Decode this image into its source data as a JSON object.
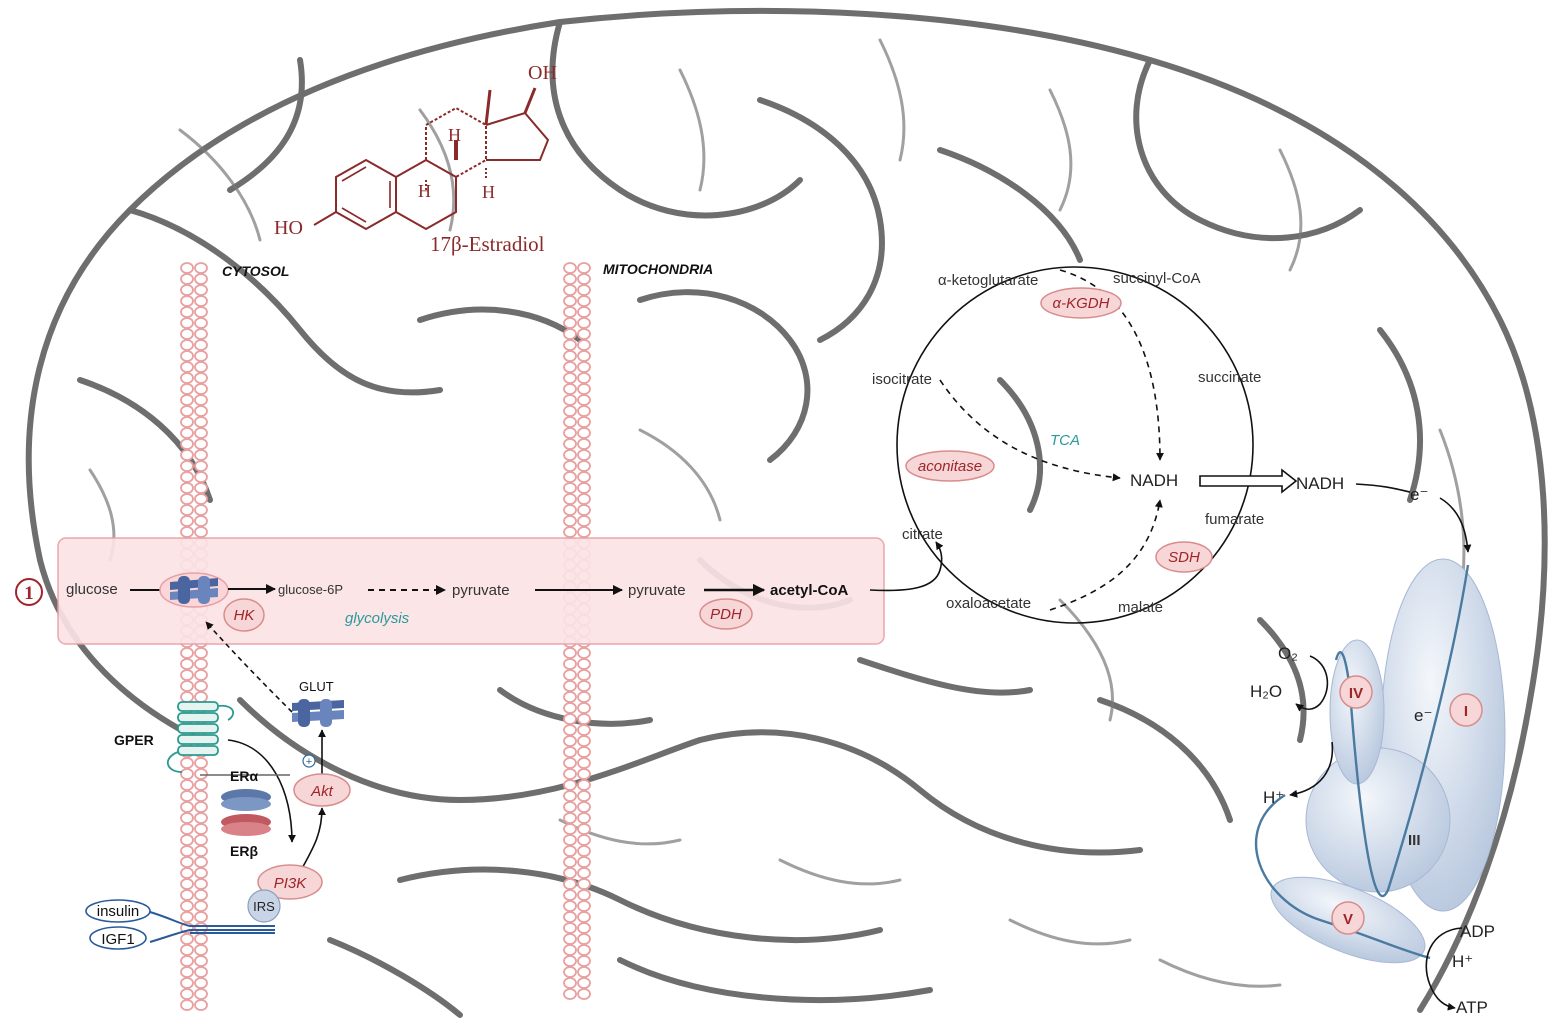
{
  "molecule": {
    "name": "17β-Estradiol",
    "oh_label": "OH",
    "ho_label": "HO",
    "h_label": "H"
  },
  "compartments": {
    "cytosol": "CYTOSOL",
    "mitochondria": "MITOCHONDRIA"
  },
  "marker": "1",
  "glycolysis_row": {
    "glucose": "glucose",
    "glucose_6p": "glucose-6P",
    "pyruvate_cytosol": "pyruvate",
    "pyruvate_mito": "pyruvate",
    "acetyl_coa": "acetyl-CoA",
    "glycolysis": "glycolysis",
    "hk": "HK",
    "pdh": "PDH"
  },
  "tca": {
    "center": "TCA",
    "alpha_ketoglutarate": "α-ketoglutarate",
    "succinyl_coa": "succinyl-CoA",
    "alpha_kgdh": "α-KGDH",
    "isocitrate": "isocitrate",
    "succinate": "succinate",
    "aconitase": "aconitase",
    "nadh_inner": "NADH",
    "nadh_outer": "NADH",
    "fumarate": "fumarate",
    "citrate": "citrate",
    "sdh": "SDH",
    "oxaloacetate": "oxaloacetate",
    "malate": "malate",
    "electron": "e⁻"
  },
  "etc": {
    "o2": "O₂",
    "h2o": "H₂O",
    "complex_iv": "IV",
    "complex_i": "I",
    "complex_iii": "III",
    "complex_v": "V",
    "electron": "e⁻",
    "h_plus_left": "H⁺",
    "h_plus_right": "H⁺",
    "adp": "ADP",
    "atp": "ATP"
  },
  "signaling": {
    "glut": "GLUT",
    "gper": "GPER",
    "er_alpha": "ERα",
    "er_beta": "ERβ",
    "akt": "Akt",
    "pi3k": "PI3K",
    "irs": "IRS",
    "insulin": "insulin",
    "igf1": "IGF1",
    "plus": "+"
  },
  "colors": {
    "membrane": "#e8a0a0",
    "enzyme_fill": "#f6d6d6",
    "enzyme_text": "#a0252a",
    "teal": "#2a9a9a",
    "blue_protein": "#5b78a8",
    "complex_fill": "#c9d5e6",
    "pathway_band": "#fbe3e6"
  }
}
